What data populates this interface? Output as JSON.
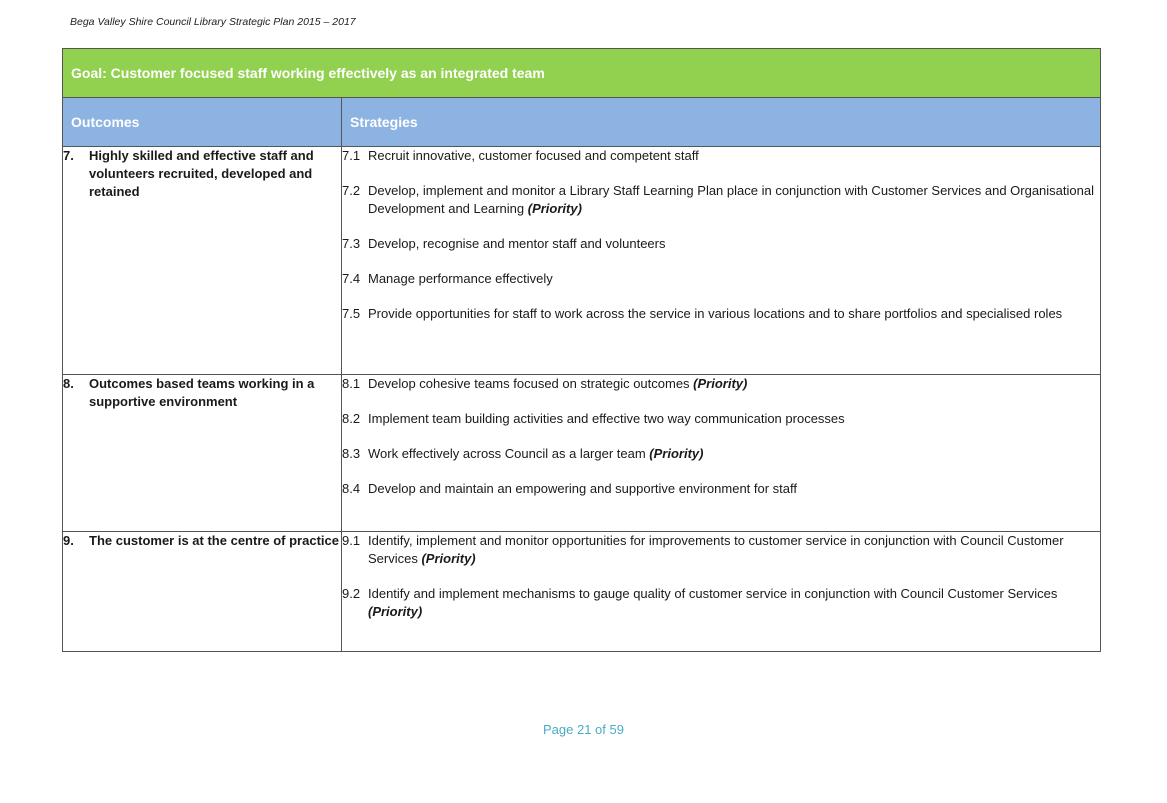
{
  "header": {
    "title": "Bega Valley Shire Council Library Strategic Plan 2015 – 2017"
  },
  "table": {
    "goal": "Goal:  Customer focused staff working effectively as an integrated team",
    "columns": {
      "outcomes": "Outcomes",
      "strategies": "Strategies"
    },
    "rows": [
      {
        "num": "7.",
        "outcome": "Highly skilled and effective staff and volunteers recruited, developed and retained",
        "strategies": [
          {
            "num": "7.1",
            "text": "Recruit innovative, customer focused and competent staff",
            "priority": ""
          },
          {
            "num": "7.2",
            "text": "Develop, implement and monitor a Library Staff Learning Plan place in conjunction with Customer Services and Organisational Development and Learning ",
            "priority": "(Priority)"
          },
          {
            "num": "7.3",
            "text": "Develop, recognise  and mentor staff and volunteers",
            "priority": ""
          },
          {
            "num": "7.4",
            "text": "Manage performance effectively",
            "priority": ""
          },
          {
            "num": "7.5",
            "text": "Provide opportunities for staff to work across the service in various locations and to share portfolios and specialised roles",
            "priority": ""
          }
        ]
      },
      {
        "num": "8.",
        "outcome": "Outcomes based teams working in a supportive environment",
        "strategies": [
          {
            "num": "8.1",
            "text": "Develop cohesive teams focused on strategic outcomes ",
            "priority": "(Priority)"
          },
          {
            "num": "8.2",
            "text": "Implement team building activities and effective two way communication processes",
            "priority": ""
          },
          {
            "num": "8.3",
            "text": "Work effectively across Council as a larger team ",
            "priority": "(Priority)"
          },
          {
            "num": "8.4",
            "text": "Develop and maintain an empowering and supportive environment for staff",
            "priority": ""
          }
        ]
      },
      {
        "num": "9.",
        "outcome": "The customer  is at the centre of practice",
        "strategies": [
          {
            "num": "9.1",
            "text": "Identify, implement and monitor opportunities for improvements to customer service in conjunction with Council Customer Services ",
            "priority": "(Priority)"
          },
          {
            "num": "9.2",
            "text": "Identify and implement mechanisms to gauge quality of customer service in conjunction with Council Customer Services ",
            "priority": "(Priority)"
          }
        ]
      }
    ]
  },
  "footer": {
    "page": "Page 21 of 59"
  },
  "colors": {
    "goal_bg": "#92d050",
    "header_bg": "#8db3e2",
    "footer_text": "#4bacc6"
  }
}
